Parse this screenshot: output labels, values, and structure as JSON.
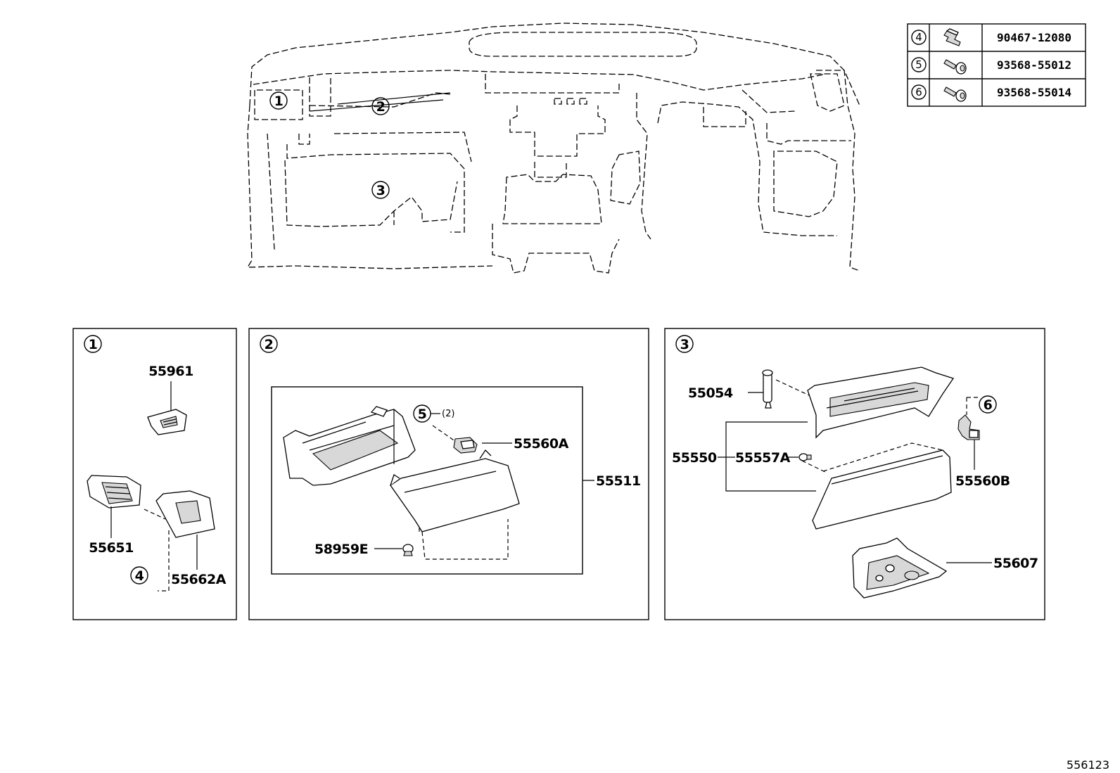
{
  "fasteners": [
    {
      "callout": "4",
      "part": "90467-12080",
      "icon": "clip-icon"
    },
    {
      "callout": "5",
      "part": "93568-55012",
      "icon": "screw-icon"
    },
    {
      "callout": "6",
      "part": "93568-55014",
      "icon": "screw-icon"
    }
  ],
  "overview": {
    "callouts": [
      "1",
      "2",
      "3"
    ]
  },
  "panel1": {
    "callout": "1",
    "parts": {
      "vent_cover": "55961",
      "vent": "55651",
      "panel": "55662A"
    },
    "fastener_callout": "4"
  },
  "panel2": {
    "callout": "2",
    "parts": {
      "assembly": "55511",
      "damper": "55560A",
      "clip": "58959E"
    },
    "fastener_callout": "5",
    "fastener_qty": "(2)"
  },
  "panel3": {
    "callout": "3",
    "parts": {
      "lock": "55054",
      "box_assy": "55550",
      "lamp": "55557A",
      "damper": "55560B",
      "bracket": "55607"
    },
    "fastener_callout": "6"
  },
  "figure_id": "556123"
}
